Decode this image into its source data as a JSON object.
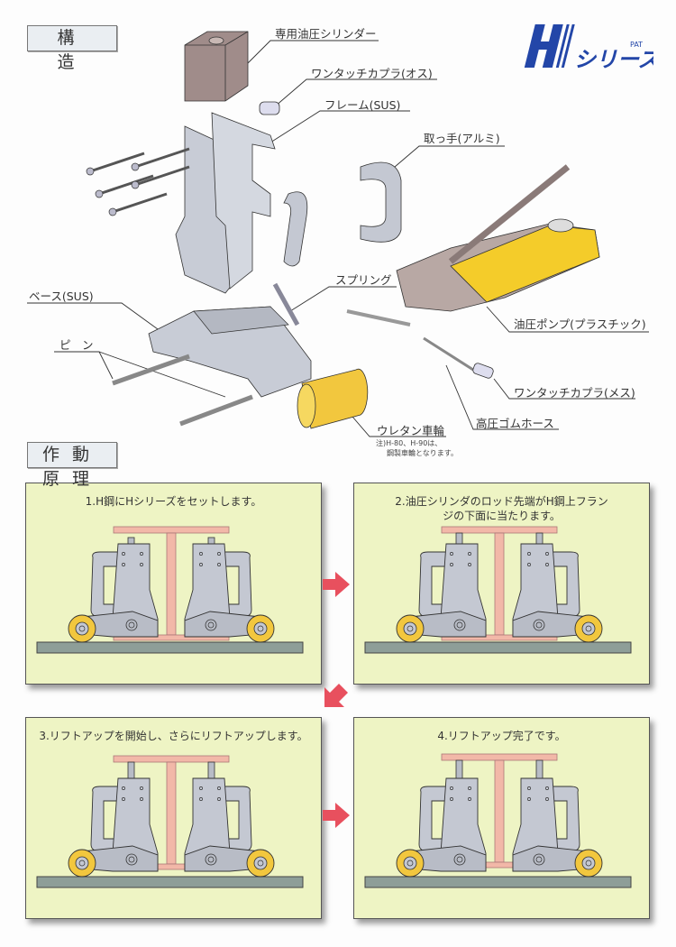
{
  "structure": {
    "title": "構　造",
    "labels": {
      "cylinder": "専用油圧シリンダー",
      "coupler_male": "ワンタッチカプラ(オス)",
      "frame": "フレーム(SUS)",
      "handle": "取っ手(アルミ)",
      "spring": "スプリング",
      "base": "ベース(SUS)",
      "pin": "ピ　ン",
      "pump": "油圧ポンプ(プラスチック)",
      "coupler_female": "ワンタッチカプラ(メス)",
      "hose": "高圧ゴムホース",
      "wheel": "ウレタン車輪"
    },
    "note_line1": "注)H-80、H-90は、",
    "note_line2": "鋼製車輪となります。"
  },
  "logo": {
    "text_h": "H",
    "text_series": "シリーズ",
    "pat": "PAT",
    "color": "#2346a8"
  },
  "principle": {
    "title": "作動原理",
    "steps": [
      {
        "text": "1.H鋼にHシリーズをセットします。"
      },
      {
        "text": "2.油圧シリンダのロッド先端がH鋼上フランジの下面に当たります。"
      },
      {
        "text": "3.リフトアップを開始し、さらにリフトアップします。"
      },
      {
        "text": "4.リフトアップ完了です。"
      }
    ]
  },
  "colors": {
    "panel_bg": "#eef4c4",
    "beam": "#f2b8a8",
    "jack": "#c4c8d2",
    "wheel": "#f2c73e",
    "arrow": "#e8505e",
    "pump": "#f4cc2a",
    "cylinder": "#a08c8a"
  }
}
